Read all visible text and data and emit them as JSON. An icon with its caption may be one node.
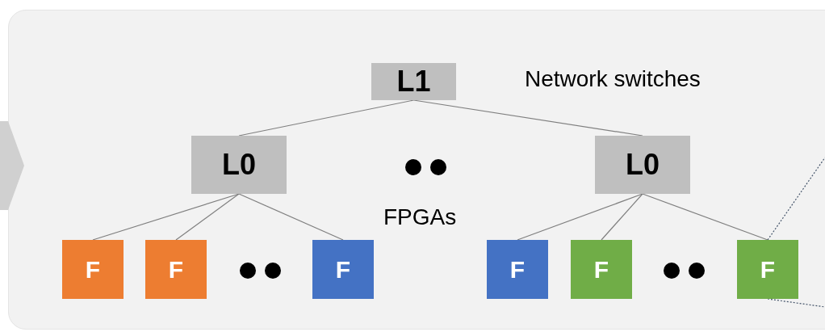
{
  "diagram": {
    "nodes": [
      {
        "text": [
          "L1"
        ]
      },
      {
        "text": [
          "L0"
        ]
      },
      {
        "text": [
          "L0"
        ]
      },
      {
        "text": [
          "F"
        ]
      },
      {
        "text": [
          "F"
        ]
      },
      {
        "text": [
          "F"
        ]
      },
      {
        "text": [
          "F"
        ]
      },
      {
        "text": [
          "F"
        ]
      },
      {
        "text": [
          "F"
        ]
      }
    ],
    "edges": [
      {
        "from": 0,
        "to": 1,
        "arrow": "none"
      },
      {
        "from": 0,
        "to": 2,
        "arrow": "none"
      },
      {
        "from": 1,
        "to": 3,
        "arrow": "none"
      },
      {
        "from": 1,
        "to": 4,
        "arrow": "none"
      },
      {
        "from": 1,
        "to": 5,
        "arrow": "none"
      },
      {
        "from": 2,
        "to": 6,
        "arrow": "none"
      },
      {
        "from": 2,
        "to": 7,
        "arrow": "none"
      },
      {
        "from": 2,
        "to": 8,
        "arrow": "none"
      },
      {
        "from": 8,
        "to": null,
        "arrow": "none",
        "style": "dashed",
        "color": "#44546a"
      },
      {
        "from": 8,
        "to": null,
        "arrow": "none",
        "style": "dashed",
        "color": "#44546a"
      }
    ],
    "labels": [
      "Network switches",
      "FPGAs"
    ]
  }
}
